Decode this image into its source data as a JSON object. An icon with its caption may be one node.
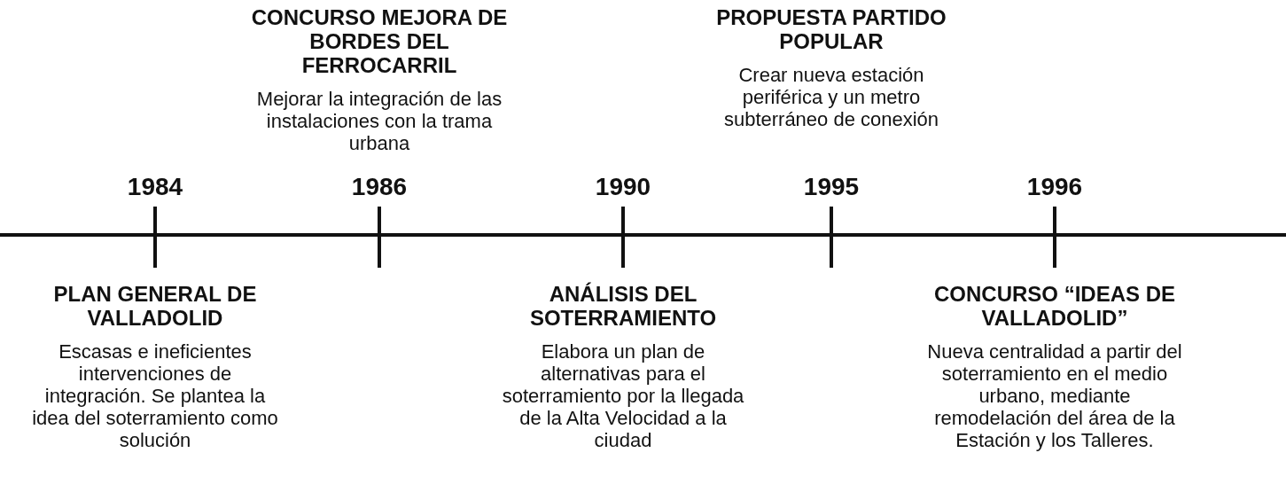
{
  "diagram": {
    "nodes": [
      {
        "text": [
          "PLAN GENERAL DE VALLADOLID",
          "Escasas e ineficientes intervenciones de integración. Se plantea la idea del soterramiento como solución"
        ]
      },
      {
        "text": [
          "CONCURSO MEJORA DE BORDES DEL FERROCARRIL",
          "Mejorar la integración de las instalaciones con la trama urbana"
        ]
      },
      {
        "text": [
          "ANÁLISIS DEL SOTERRAMIENTO",
          "Elabora un plan de alternativas para el soterramiento por la llegada de la Alta Velocidad a la ciudad"
        ]
      },
      {
        "text": [
          "PROPUESTA PARTIDO POPULAR",
          "Crear nueva estación periférica y un metro subterráneo de conexión"
        ]
      },
      {
        "text": [
          "CONCURSO “IDEAS DE VALLADOLID”",
          "Nueva centralidad a partir del soterramiento en el medio urbano, mediante remodelación del área de la Estación y los Talleres."
        ]
      }
    ],
    "edges": [],
    "labels": [
      "1984",
      "1986",
      "1990",
      "1995",
      "1996"
    ]
  }
}
